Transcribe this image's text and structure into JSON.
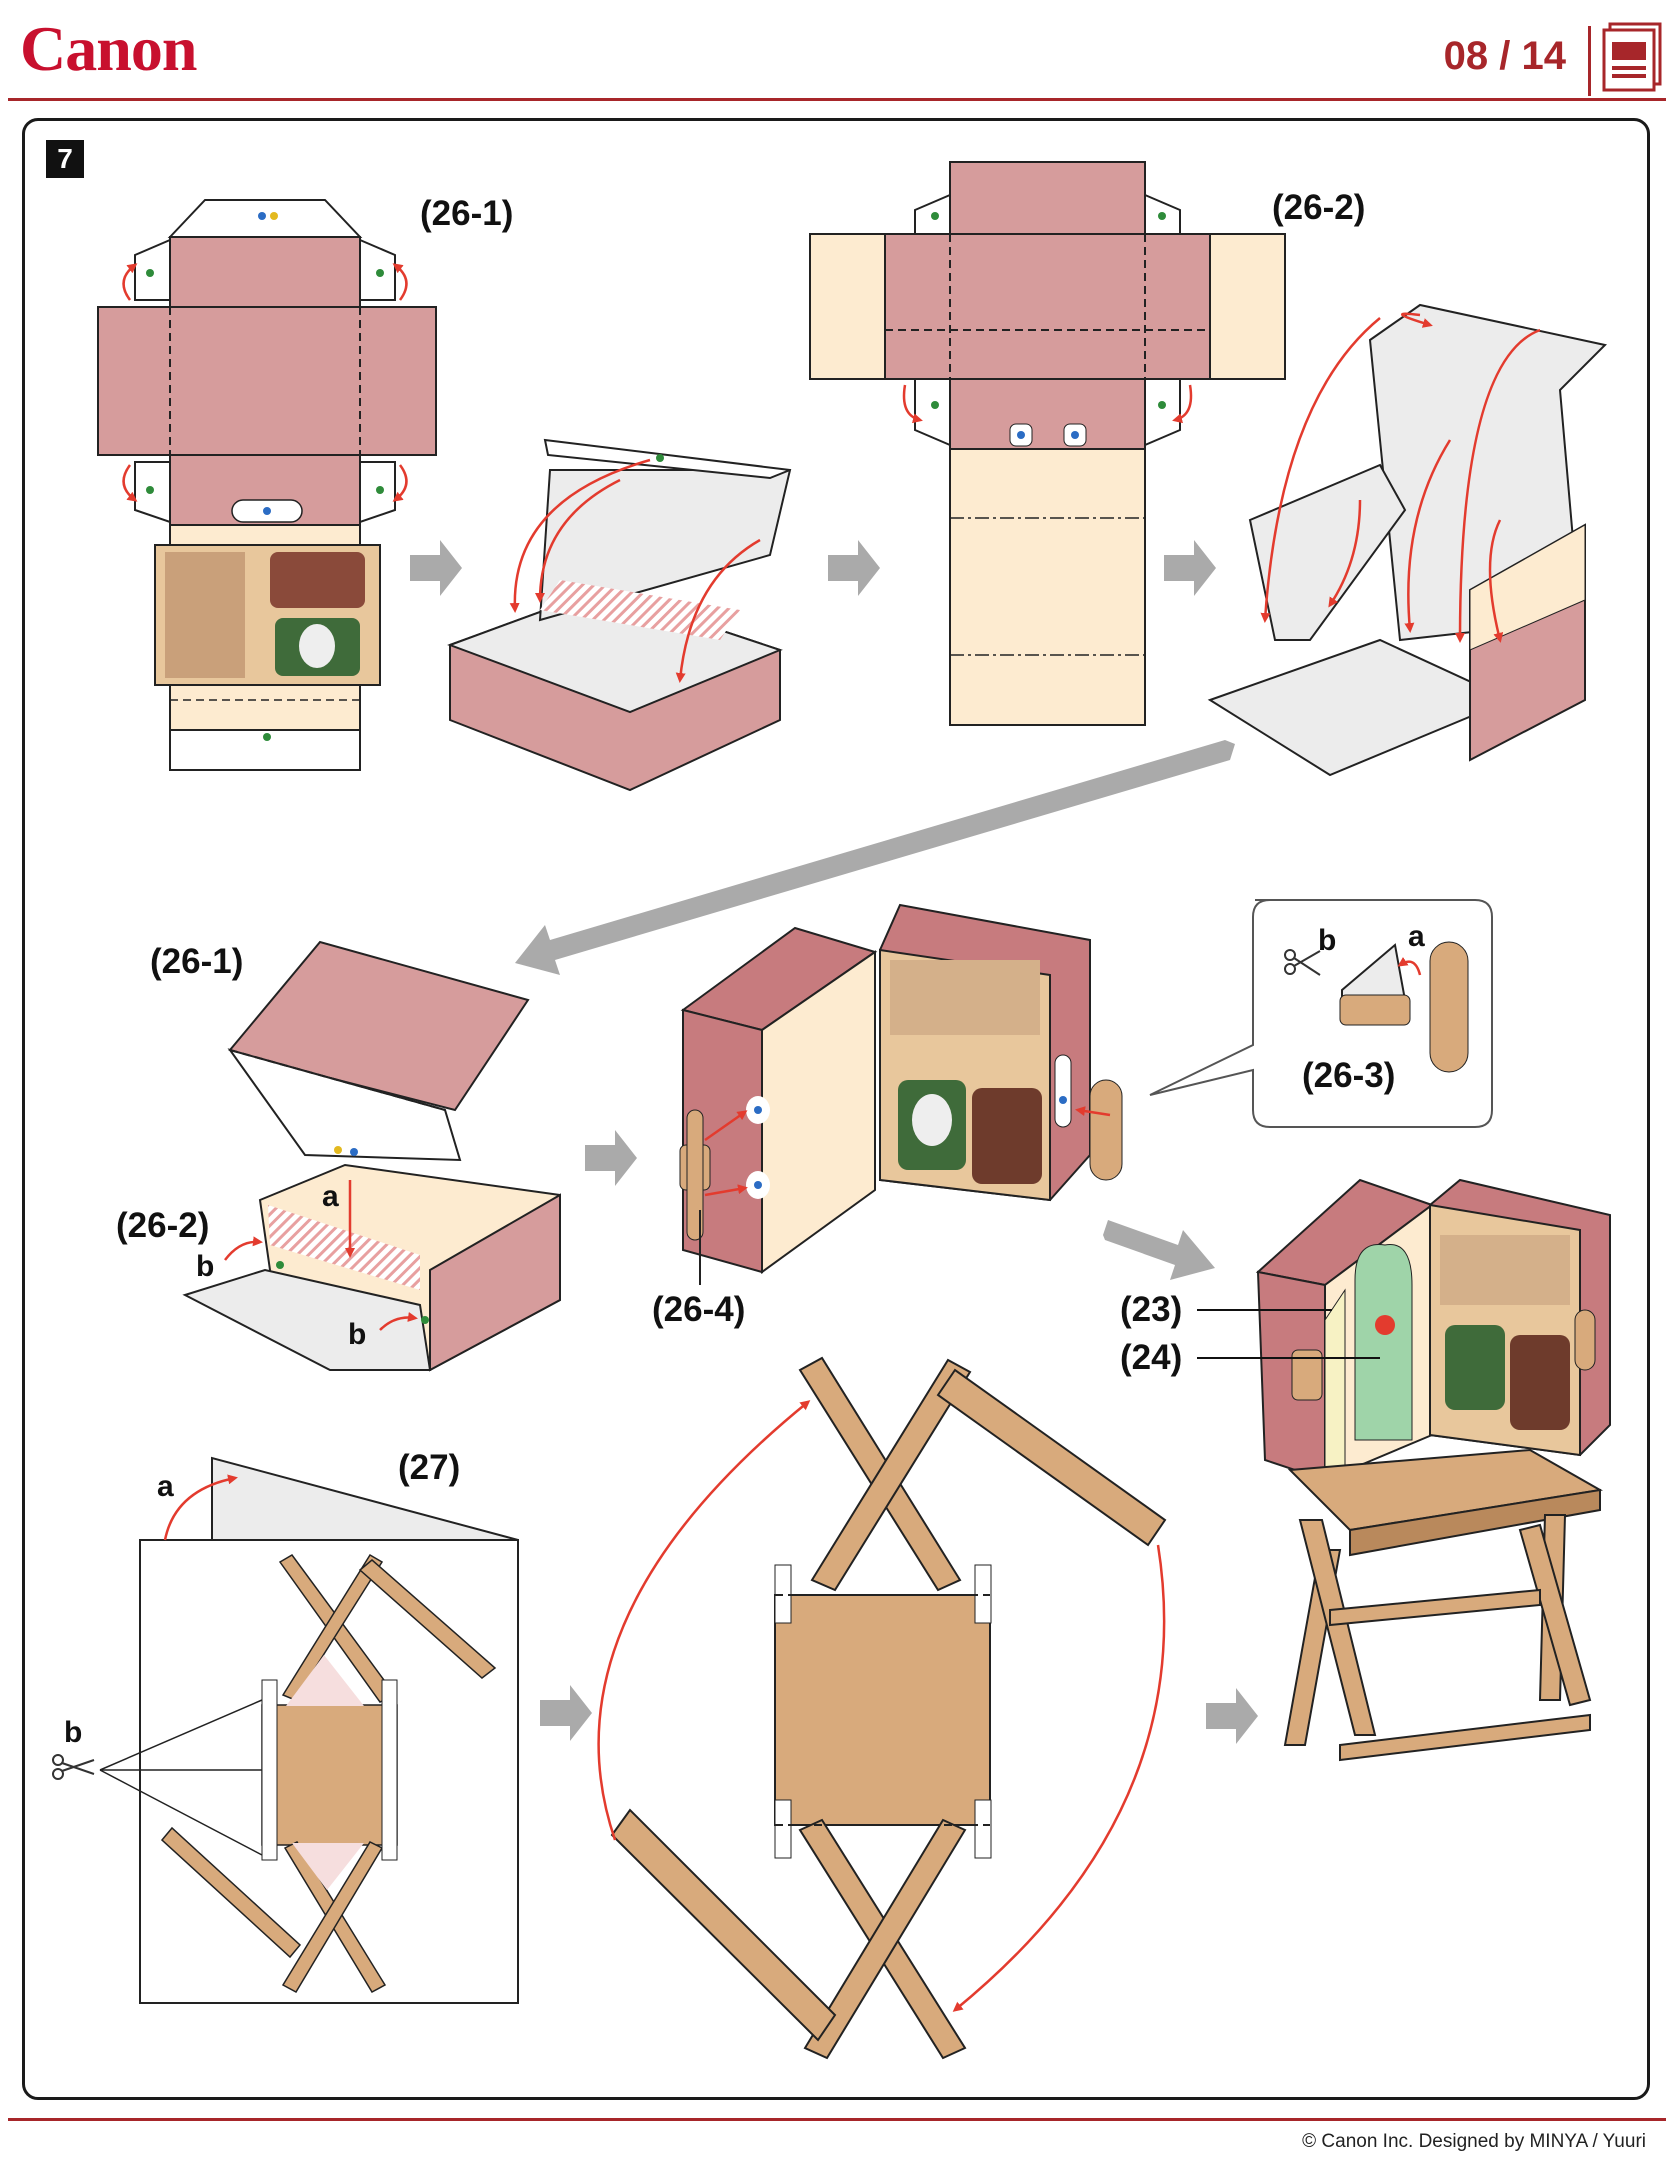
{
  "header": {
    "brand": "Canon",
    "page_indicator": "08 / 14"
  },
  "step": {
    "number": "7"
  },
  "labels": {
    "p26_1_top": "(26-1)",
    "p26_2_top": "(26-2)",
    "p26_1_mid": "(26-1)",
    "p26_2_mid": "(26-2)",
    "p26_3": "(26-3)",
    "p26_4": "(26-4)",
    "p23": "(23)",
    "p24": "(24)",
    "p27": "(27)",
    "a_mid": "a",
    "b_mid_left": "b",
    "b_mid_right": "b",
    "a_zoom": "a",
    "b_zoom": "b",
    "a_27": "a",
    "b_27": "b"
  },
  "colors": {
    "brand_red": "#c8102e",
    "rule_red": "#a7262a",
    "panel_pink": "#d69c9c",
    "panel_pink_dark": "#c77b7e",
    "cream": "#fdebd0",
    "wood": "#d8aa7c",
    "arrow_red": "#e33b2e",
    "process_arrow": "#aaaaaa"
  },
  "footer": {
    "credit": "© Canon Inc. Designed by MINYA / Yuuri"
  }
}
